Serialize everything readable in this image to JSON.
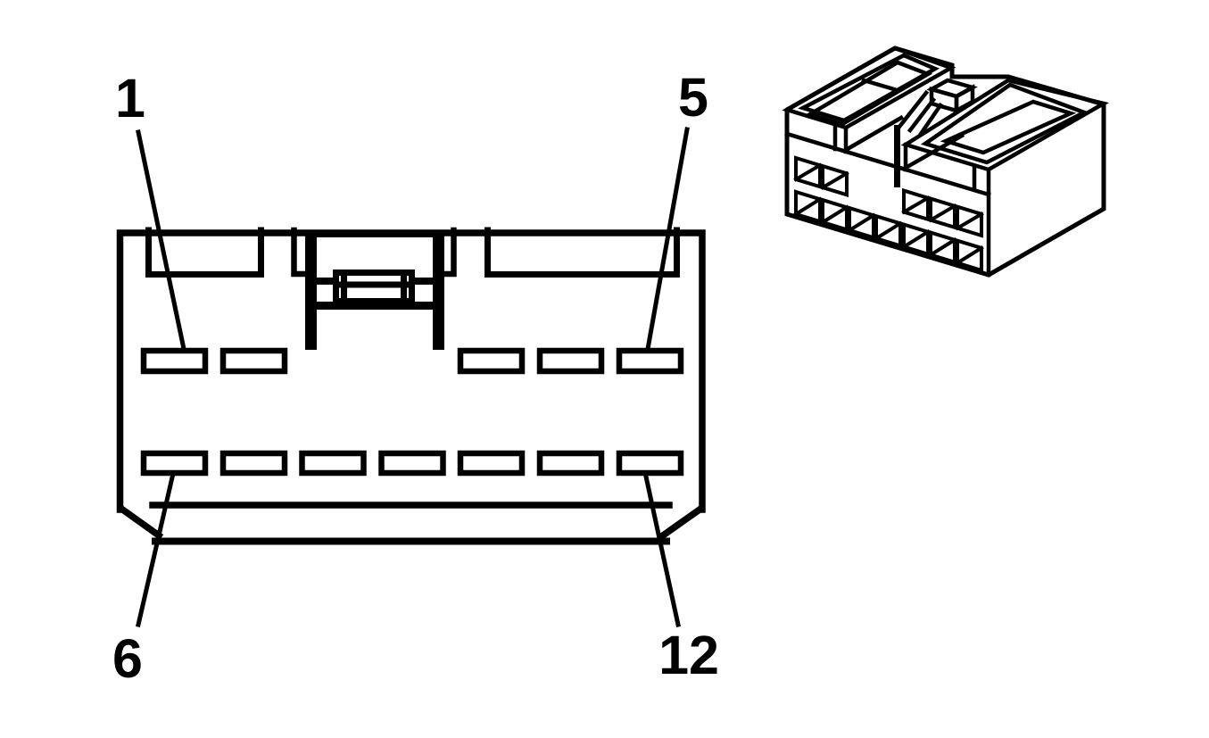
{
  "page": {
    "background": "#ffffff",
    "ink": "#000000",
    "depicts": "12-way electrical connector pinout diagram"
  },
  "front_view": {
    "depicts": "connector face view with numbered pin cavities",
    "top_row": {
      "cavity_count": 5,
      "first_pin": "1",
      "last_pin": "5"
    },
    "bottom_row": {
      "cavity_count": 7,
      "first_pin": "6",
      "last_pin": "12"
    },
    "callouts": [
      {
        "number": "1",
        "points_to": "top row leftmost cavity"
      },
      {
        "number": "5",
        "points_to": "top row rightmost cavity"
      },
      {
        "number": "6",
        "points_to": "bottom row leftmost cavity"
      },
      {
        "number": "12",
        "points_to": "bottom row rightmost cavity"
      }
    ]
  },
  "iso_view": {
    "depicts": "connector housing isometric view",
    "slot_count": 12
  }
}
